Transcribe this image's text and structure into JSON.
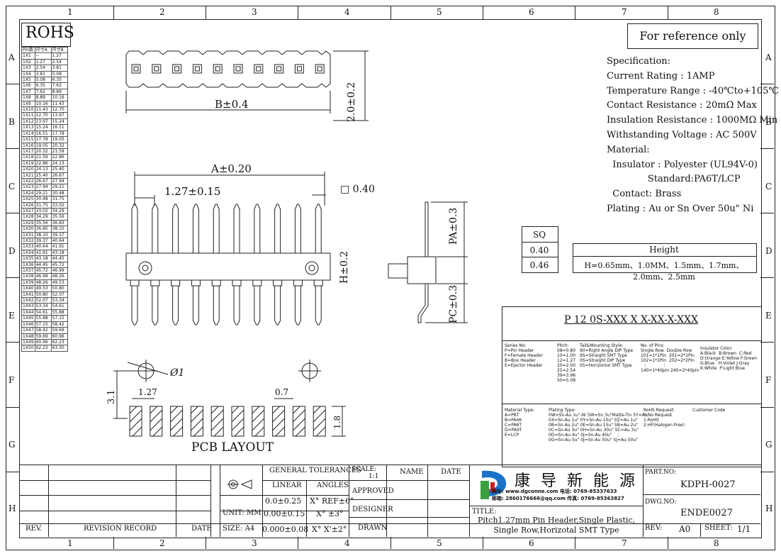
{
  "grid": {
    "columns": [
      "1",
      "2",
      "3",
      "4",
      "5",
      "6",
      "7",
      "8"
    ],
    "rows": [
      "A",
      "B",
      "C",
      "D",
      "E",
      "F",
      "G",
      "H"
    ]
  },
  "rohs": {
    "title": "ROHS",
    "headers": [
      "Pin数",
      "尺寸A",
      "尺寸B"
    ],
    "rows": [
      [
        "1X1",
        "--",
        "1.27"
      ],
      [
        "1X2",
        "1.27",
        "2.54"
      ],
      [
        "1X3",
        "2.54",
        "3.81"
      ],
      [
        "1X4",
        "3.81",
        "5.08"
      ],
      [
        "1X5",
        "5.08",
        "6.35"
      ],
      [
        "1X6",
        "6.35",
        "7.62"
      ],
      [
        "1X7",
        "7.62",
        "8.89"
      ],
      [
        "1X8",
        "8.89",
        "10.16"
      ],
      [
        "1X9",
        "10.16",
        "11.43"
      ],
      [
        "1X10",
        "11.43",
        "12.70"
      ],
      [
        "1X11",
        "12.70",
        "13.97"
      ],
      [
        "1X12",
        "13.97",
        "15.24"
      ],
      [
        "1X13",
        "15.24",
        "16.51"
      ],
      [
        "1X14",
        "16.51",
        "17.78"
      ],
      [
        "1X15",
        "17.78",
        "19.05"
      ],
      [
        "1X16",
        "19.05",
        "20.32"
      ],
      [
        "1X17",
        "20.32",
        "21.59"
      ],
      [
        "1X18",
        "21.59",
        "22.86"
      ],
      [
        "1X19",
        "22.86",
        "24.13"
      ],
      [
        "1X20",
        "24.13",
        "25.40"
      ],
      [
        "1X21",
        "25.40",
        "26.67"
      ],
      [
        "1X22",
        "26.67",
        "27.94"
      ],
      [
        "1X23",
        "27.94",
        "29.21"
      ],
      [
        "1X24",
        "29.21",
        "30.48"
      ],
      [
        "1X25",
        "30.48",
        "31.75"
      ],
      [
        "1X26",
        "31.75",
        "33.02"
      ],
      [
        "1X27",
        "33.02",
        "34.29"
      ],
      [
        "1X28",
        "34.29",
        "35.56"
      ],
      [
        "1X29",
        "35.56",
        "36.83"
      ],
      [
        "1X30",
        "36.85",
        "38.10"
      ],
      [
        "1X31",
        "38.10",
        "39.37"
      ],
      [
        "1X32",
        "39.37",
        "40.64"
      ],
      [
        "1X33",
        "40.64",
        "41.91"
      ],
      [
        "1X34",
        "41.91",
        "43.18"
      ],
      [
        "1X35",
        "43.18",
        "44.45"
      ],
      [
        "1X36",
        "44.45",
        "45.72"
      ],
      [
        "1X37",
        "45.72",
        "46.99"
      ],
      [
        "1X38",
        "46.99",
        "48.26"
      ],
      [
        "1X39",
        "48.26",
        "49.53"
      ],
      [
        "1X40",
        "49.53",
        "50.80"
      ],
      [
        "1X41",
        "50.80",
        "52.07"
      ],
      [
        "1X42",
        "52.07",
        "53.34"
      ],
      [
        "1X43",
        "53.34",
        "54.61"
      ],
      [
        "1X44",
        "54.61",
        "55.88"
      ],
      [
        "1X45",
        "55.88",
        "57.15"
      ],
      [
        "1X46",
        "57.15",
        "58.42"
      ],
      [
        "1X47",
        "58.42",
        "59.69"
      ],
      [
        "1X48",
        "59.69",
        "60.96"
      ],
      [
        "1X49",
        "60.96",
        "62.23"
      ],
      [
        "1X50",
        "62.23",
        "63.50"
      ]
    ]
  },
  "reference": "For reference only",
  "spec": {
    "lines": [
      "Specification:",
      "Current Rating : 1AMP",
      "Temperature Range : -40℃to+105℃",
      "Contact Resistance : 20mΩ Max",
      "Insulation Resistance : 1000MΩ Min",
      "Withstanding Voltage : AC 500V",
      "Material:",
      "  Insulator : Polyester (UL94V-0)",
      "              Standard:PA6T/LCP",
      "  Contact: Brass",
      "Plating : Au or Sn Over 50u\" Ni"
    ]
  },
  "dims": {
    "b": "B±0.4",
    "h_top": "2.0±0.2",
    "a": "A±0.20",
    "pitch": "1.27±0.15",
    "sq": "□ 0.40",
    "pa": "PA±0.3",
    "h": "H±0.2",
    "pc": "PC±0.3",
    "hole": "Ø1",
    "pad_h": "3.1",
    "pad_pitch": "1.27",
    "pad_w": "0.7",
    "pad_len": "1.8",
    "pcb": "PCB LAYOUT"
  },
  "sq_table": {
    "header": "SQ",
    "rows": [
      "0.40",
      "0.46"
    ]
  },
  "height_table": {
    "header": "Height",
    "value": "H=0.65mm、1.0MM、1.5mm、1.7mm、2.0mm、2.5mm"
  },
  "part_code": {
    "code": "P 12 0S-XXX X X-XX-X-XXX",
    "series": [
      "Series No:",
      "P=Pin Header",
      "F=Female Header",
      "B=Box Header",
      "E=Ejector Header"
    ],
    "pitch": [
      "Pitch:",
      "08=0.80",
      "10=1.00",
      "12=1.27",
      "20=2.00",
      "25=2.54",
      "39=3.96",
      "50=5.08"
    ],
    "mount": [
      "Tail&Mounting Style:",
      "90=Right Angle DIP Type",
      "9S=Straight SMT Type",
      "0S=Straight DIP Type",
      "0S=Horizontal SMT Type"
    ],
    "pins": [
      "No. of Pins:",
      "Single Row  Double Row",
      "101=1*1Pin  201=2*1Pin",
      "102=1*2Pin  202=2*2Pin",
      "  ⋮           ⋮",
      "140=1*40pin 240=2*40pin"
    ],
    "color": [
      "Insulator Color:",
      "A:Black  B:Brown  C:Red",
      "D:Orange E:Yellow F:Green",
      "G:Blue   H:Violet J:Gray",
      "K:White  P:Light Blue"
    ],
    "material": [
      "Material Type:",
      "A=PBT",
      "B=PA46",
      "C=PA6T",
      "D=PA9T",
      "E=LCP"
    ],
    "plating": [
      "Plating Type:",
      "0W=Sn-Au 1u\"-Ni 5W=Sn 3u\"Matte-Tin 5Y=Au",
      "0X=Sn-Au 1u\" 0Y=Sn-Au 10u\" 0Z=Au 1u\"",
      "0B=Sn-Au 2u\" 0E=Sn-Au 15u\" 5B=Au 2u\"",
      "0C=Sn-Au 3u\" 0H=Sn-Au 30u\" 5C=Au 3u\"",
      "0D=Sn-Au 4u\" 0J=Sn-Au 40u\"   ⋮",
      "0G=Sn-Au 5u\" 0J=Sn-Au 50u\" 5J=Au 50u\""
    ],
    "rohs": [
      "RoHS Request:",
      "0:No Request",
      "1:RoHS",
      "2:HF(Halogen Free)"
    ],
    "customer": [
      "Customer Code"
    ]
  },
  "titleblock": {
    "tolerances": "GENERAL TOLERANCES",
    "linear": "LINEAR",
    "angles": "ANGLES",
    "lin1": "0.0±0.25",
    "ang1": "X° REF±6°",
    "unit": "UNIT: MM",
    "lin2": "0.00±0.15",
    "ang2": "X° ±3°",
    "size": "SIZE: A4",
    "lin3": "0.000±0.08",
    "ang3": "X° X'±2°",
    "scale_label": "SCALE:",
    "scale": "1:1",
    "approved": "APPROVED",
    "designer": "DESIGNER",
    "drawn": "DRAWN",
    "name": "NAME",
    "date": "DATE",
    "rev": "REV.",
    "revision_record": "REVISION RECORD",
    "date2": "DATE",
    "company": "康 导 新 能 源",
    "web1": "网址: www.dgconne.com  电话: 0769-85337633",
    "web2": "邮箱: 2860176666@qq.com 传真: 0769-85363827",
    "title_label": "TITLE:",
    "title1": "Pitch1.27mm Pin Header,Single Plastic,",
    "title2": "Single Row,Horizotal SMT Type",
    "part_label": "PART.NO:",
    "part_no": "KDPH-0027",
    "dwg_label": "DWG.NO:",
    "dwg_no": "ENDE0027",
    "rev_label": "REV:",
    "rev_val": "A0",
    "sheet_label": "SHEET:",
    "sheet_val": "1/1"
  },
  "colors": {
    "line": "#222222",
    "logo_blue": "#1a73c8",
    "logo_green": "#3aa040",
    "logo_red": "#d02020"
  }
}
